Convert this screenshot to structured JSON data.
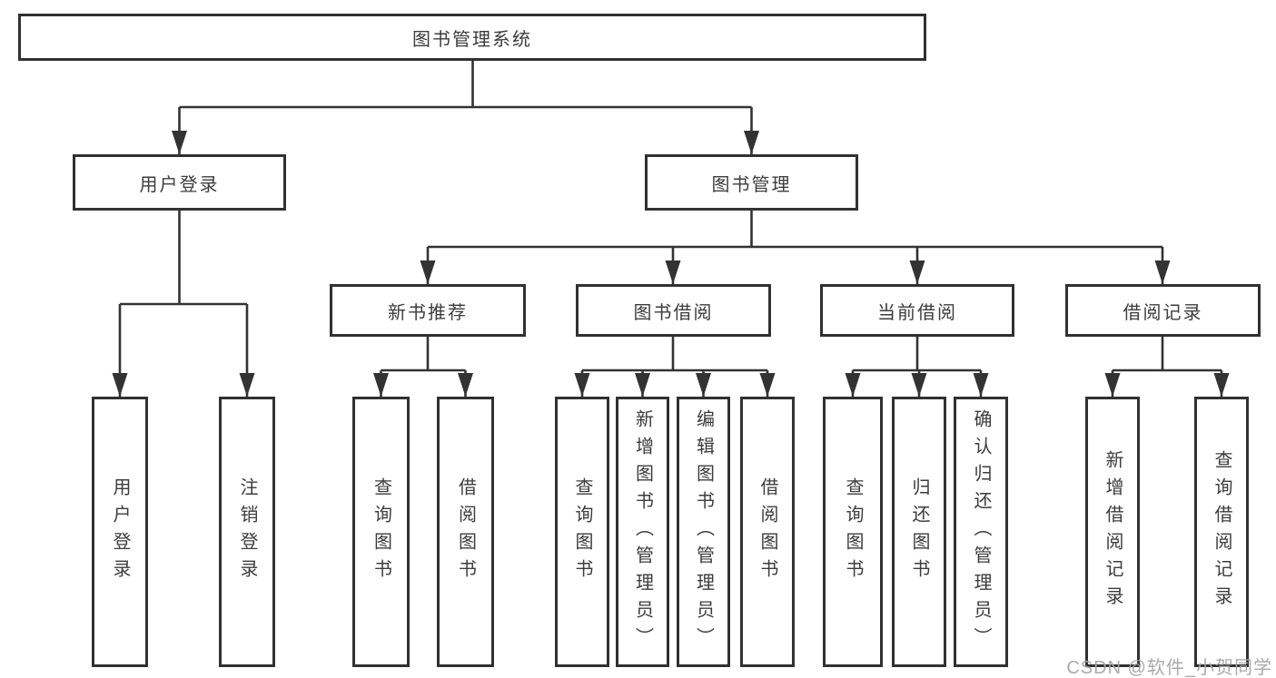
{
  "tree": {
    "label": "图书管理系统",
    "children": [
      {
        "label": "用户登录",
        "children": [
          {
            "label": "用户登录"
          },
          {
            "label": "注销登录"
          }
        ]
      },
      {
        "label": "图书管理",
        "children": [
          {
            "label": "新书推荐",
            "children": [
              {
                "label": "查询图书"
              },
              {
                "label": "借阅图书"
              }
            ]
          },
          {
            "label": "图书借阅",
            "children": [
              {
                "label": "查询图书"
              },
              {
                "label": "新增图书（管理员）"
              },
              {
                "label": "编辑图书（管理员）"
              },
              {
                "label": "借阅图书"
              }
            ]
          },
          {
            "label": "当前借阅",
            "children": [
              {
                "label": "查询图书"
              },
              {
                "label": "归还图书"
              },
              {
                "label": "确认归还（管理员）"
              }
            ]
          },
          {
            "label": "借阅记录",
            "children": [
              {
                "label": "新增借阅记录"
              },
              {
                "label": "查询借阅记录"
              }
            ]
          }
        ]
      }
    ]
  },
  "watermark": "CSDN @软件_小贺同学",
  "colors": {
    "line": "#333333",
    "box_border": "#313131",
    "text": "#3c3c3c",
    "watermark": "#a5a5a8",
    "background": "#ffffff"
  }
}
